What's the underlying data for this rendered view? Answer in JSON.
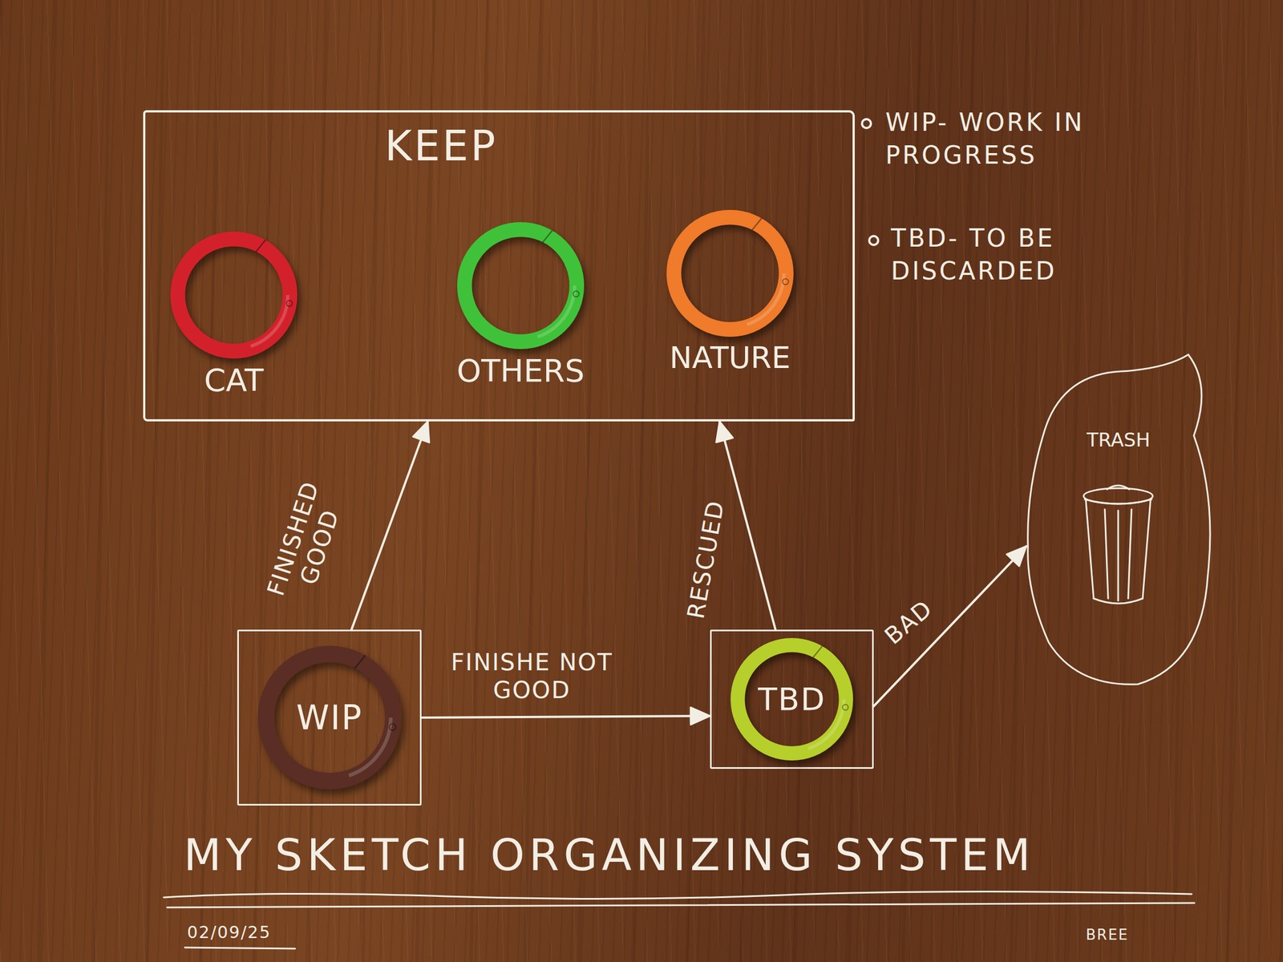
{
  "diagram": {
    "title": "MY SKETCH ORGANIZING SYSTEM",
    "nodes": [
      {
        "text": [
          "KEEP"
        ]
      },
      {
        "text": [
          "CAT"
        ],
        "in": 0
      },
      {
        "text": [
          "OTHERS"
        ],
        "in": 0
      },
      {
        "text": [
          "NATURE"
        ],
        "in": 0
      },
      {
        "text": [
          "WIP"
        ]
      },
      {
        "text": [
          "TBD"
        ]
      },
      {
        "text": [
          "TRASH"
        ]
      }
    ],
    "edges": [
      {
        "from": 4,
        "to": 0,
        "arrow": "to",
        "label": "FINISHED GOOD"
      },
      {
        "from": 4,
        "to": 5,
        "arrow": "to",
        "label": "FINISHE NOT GOOD"
      },
      {
        "from": 5,
        "to": 0,
        "arrow": "to",
        "label": "RESCUED"
      },
      {
        "from": 5,
        "to": 6,
        "arrow": "to",
        "label": "BAD"
      }
    ],
    "labels": [
      "WIP- WORK IN PROGRESS",
      "TBD- TO BE DISCARDED",
      "02/09/25",
      "BREE"
    ]
  }
}
